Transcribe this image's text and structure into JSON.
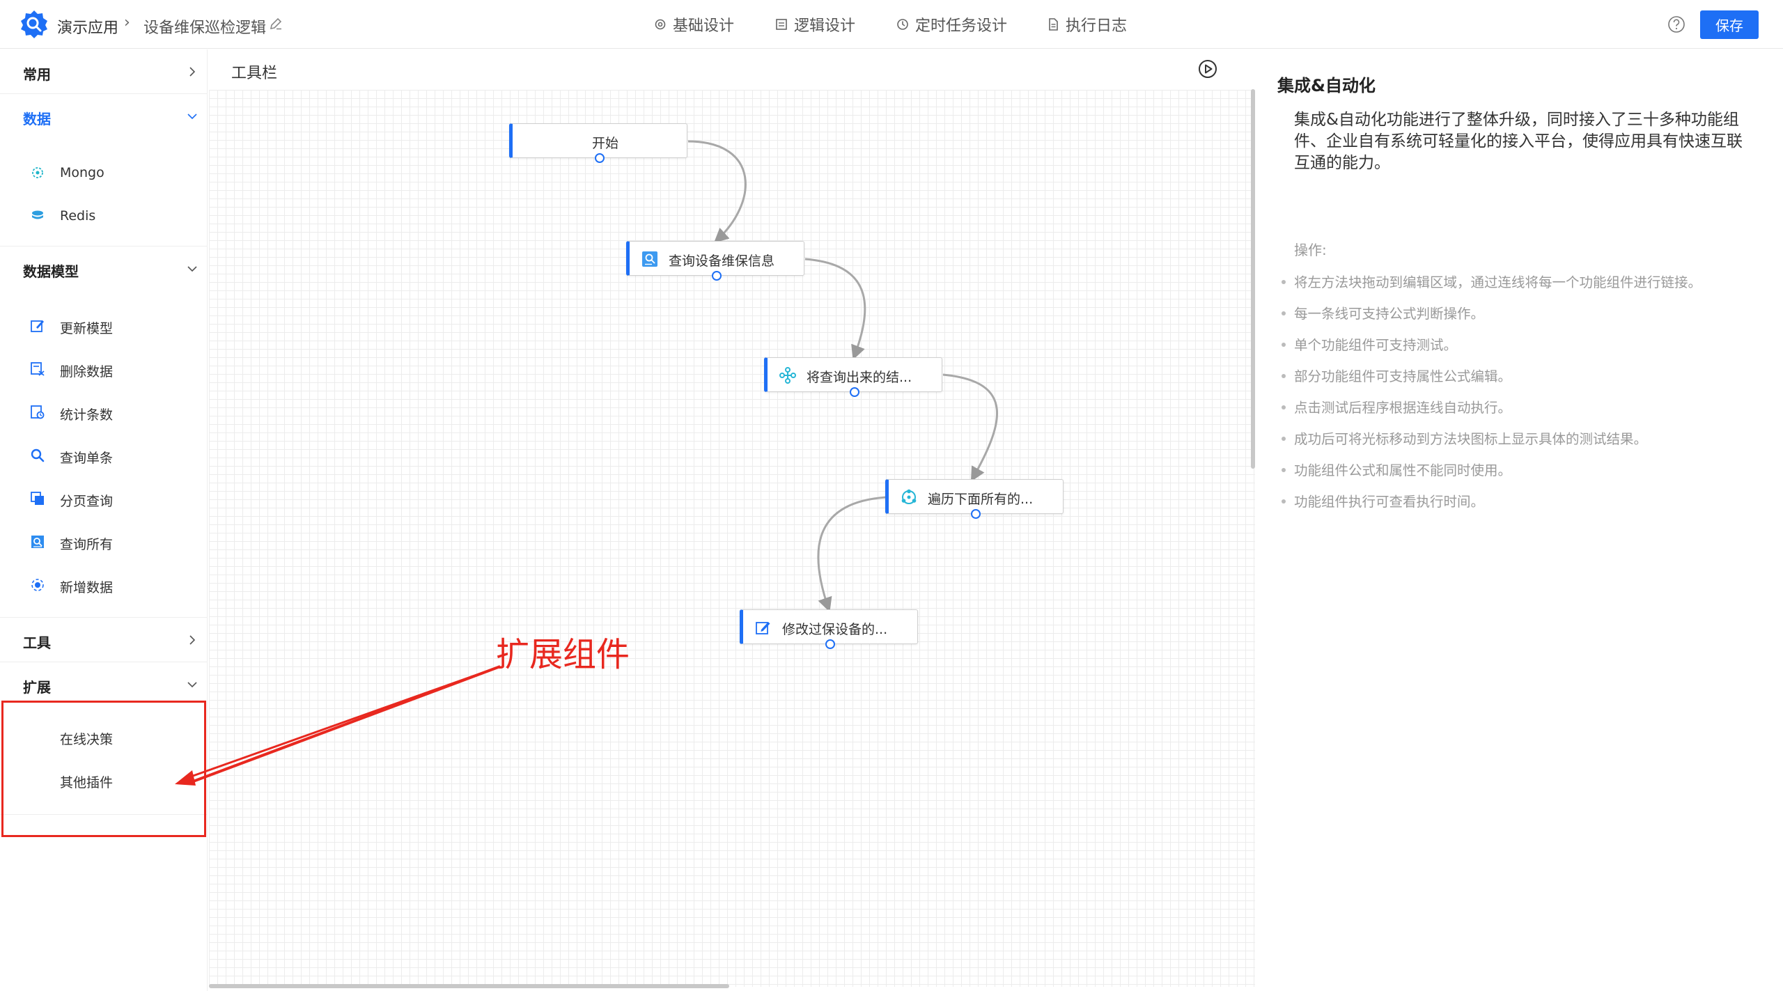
{
  "header": {
    "app_name": "演示应用",
    "breadcrumb_sep": "›",
    "page_name": "设备维保巡检逻辑",
    "nav": [
      {
        "label": "基础设计",
        "icon": "gear-icon"
      },
      {
        "label": "逻辑设计",
        "icon": "document-icon"
      },
      {
        "label": "定时任务设计",
        "icon": "clock-icon"
      },
      {
        "label": "执行日志",
        "icon": "file-icon"
      }
    ],
    "save_label": "保存"
  },
  "sidebar": {
    "sections": [
      {
        "title": "常用",
        "expanded": false
      },
      {
        "title": "数据",
        "expanded": true,
        "items": [
          {
            "label": "Mongo",
            "icon": "mongo-icon"
          },
          {
            "label": "Redis",
            "icon": "redis-icon"
          }
        ]
      },
      {
        "title": "数据模型",
        "expanded": true,
        "items": [
          {
            "label": "更新模型",
            "icon": "edit-icon"
          },
          {
            "label": "删除数据",
            "icon": "delete-data-icon"
          },
          {
            "label": "统计条数",
            "icon": "count-icon"
          },
          {
            "label": "查询单条",
            "icon": "search-icon"
          },
          {
            "label": "分页查询",
            "icon": "page-icon"
          },
          {
            "label": "查询所有",
            "icon": "query-all-icon"
          },
          {
            "label": "新增数据",
            "icon": "add-data-icon"
          }
        ]
      },
      {
        "title": "工具",
        "expanded": false
      },
      {
        "title": "扩展",
        "expanded": true,
        "items": [
          {
            "label": "在线决策"
          },
          {
            "label": "其他插件"
          }
        ]
      }
    ]
  },
  "canvas": {
    "toolbar_label": "工具栏",
    "nodes": [
      {
        "label": "开始"
      },
      {
        "label": "查询设备维保信息",
        "icon": "query-icon"
      },
      {
        "label": "将查询出来的结...",
        "icon": "transform-icon"
      },
      {
        "label": "遍历下面所有的...",
        "icon": "loop-icon"
      },
      {
        "label": "修改过保设备的...",
        "icon": "edit-icon"
      }
    ]
  },
  "right_panel": {
    "title": "集成&自动化",
    "description": "集成&自动化功能进行了整体升级，同时接入了三十多种功能组件、企业自有系统可轻量化的接入平台，使得应用具有快速互联互通的能力。",
    "ops_title": "操作:",
    "ops": [
      "将左方法块拖动到编辑区域，通过连线将每一个功能组件进行链接。",
      "每一条线可支持公式判断操作。",
      "单个功能组件可支持测试。",
      "部分功能组件可支持属性公式编辑。",
      "点击测试后程序根据连线自动执行。",
      "成功后可将光标移动到方法块图标上显示具体的测试结果。",
      "功能组件公式和属性不能同时使用。",
      "功能组件执行可查看执行时间。"
    ]
  },
  "annotation": {
    "text": "扩展组件",
    "color": "#e8281f"
  },
  "colors": {
    "accent": "#1e6ff5",
    "annotation": "#e8281f"
  }
}
